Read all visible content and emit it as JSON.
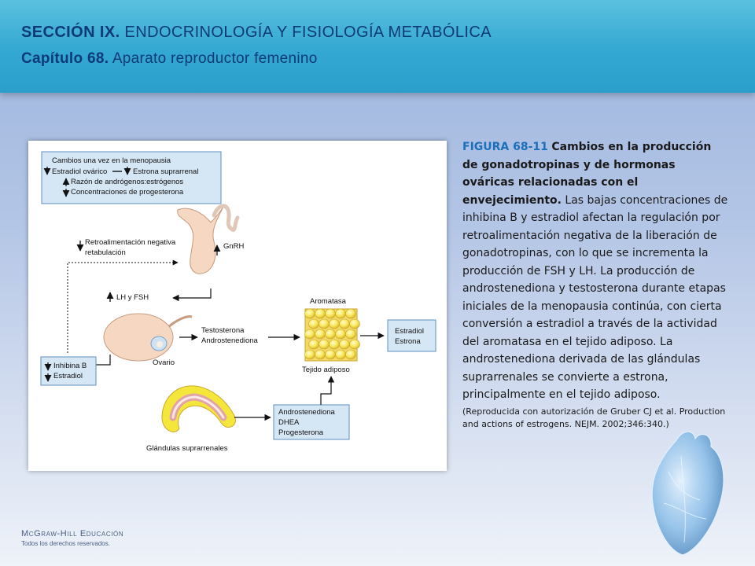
{
  "header": {
    "section_label": "SECCIÓN IX.",
    "section_title": "ENDOCRINOLOGÍA Y FISIOLOGÍA METABÓLICA",
    "chapter_label": "Capítulo 68.",
    "chapter_title": "Aparato reproductor femenino"
  },
  "diagram": {
    "box_menopause": {
      "title": "Cambios una vez en la menopausia",
      "line1_a": "Estradiol ovárico",
      "line1_b": "Estrona suprarrenal",
      "line2": "Razón de andrógenos:estrógenos",
      "line3": "Concentraciones de progesterona"
    },
    "feedback_line1": "Retroalimentación negativa",
    "feedback_line2": "retabulación",
    "gnrh": "GnRH",
    "lh_fsh": "LH y FSH",
    "ovary": "Ovario",
    "testosterone": "Testosterona",
    "androstenedione": "Androstenediona",
    "aromatase": "Aromatasa",
    "adipose": "Tejido adiposo",
    "box_estradiol": {
      "line1": "Estradiol",
      "line2": "Estrona"
    },
    "box_inhibin": {
      "line1": "Inhibina B",
      "line2": "Estradiol"
    },
    "box_adrenal": {
      "line1": "Androstenediona",
      "line2": "DHEA",
      "line3": "Progesterona"
    },
    "adrenal_glands": "Glándulas suprarrenales"
  },
  "caption": {
    "figure_number": "FIGURA 68-11",
    "title": "Cambios en la producción de gonadotropinas y de hormonas ováricas relacionadas con el envejecimiento.",
    "body": "Las bajas concentraciones de inhibina B y estradiol afectan la regulación por retroalimentación negativa de la liberación de gonadotropinas, con lo que se incrementa la producción de FSH y LH. La producción de androstenediona y testosterona durante etapas iniciales de la menopausia continúa, con cierta conversión a estradiol a través de la actividad del aromatasa en el tejido adiposo. La androstenediona derivada de las glándulas suprarrenales se convierte a estrona, principalmente en el tejido adiposo.",
    "credit": "(Reproducida con autorización de Gruber CJ et al. Production and actions of estrogens. NEJM. 2002;346:340.)"
  },
  "footer": {
    "publisher": "McGraw-Hill Educación",
    "rights": "Todos los derechos reservados."
  },
  "colors": {
    "header_blue": "#33a8d2",
    "title_navy": "#0d3a78",
    "figure_number_blue": "#1c6fb8",
    "box_fill": "#d5e6f5",
    "box_border": "#5f8fbf"
  }
}
